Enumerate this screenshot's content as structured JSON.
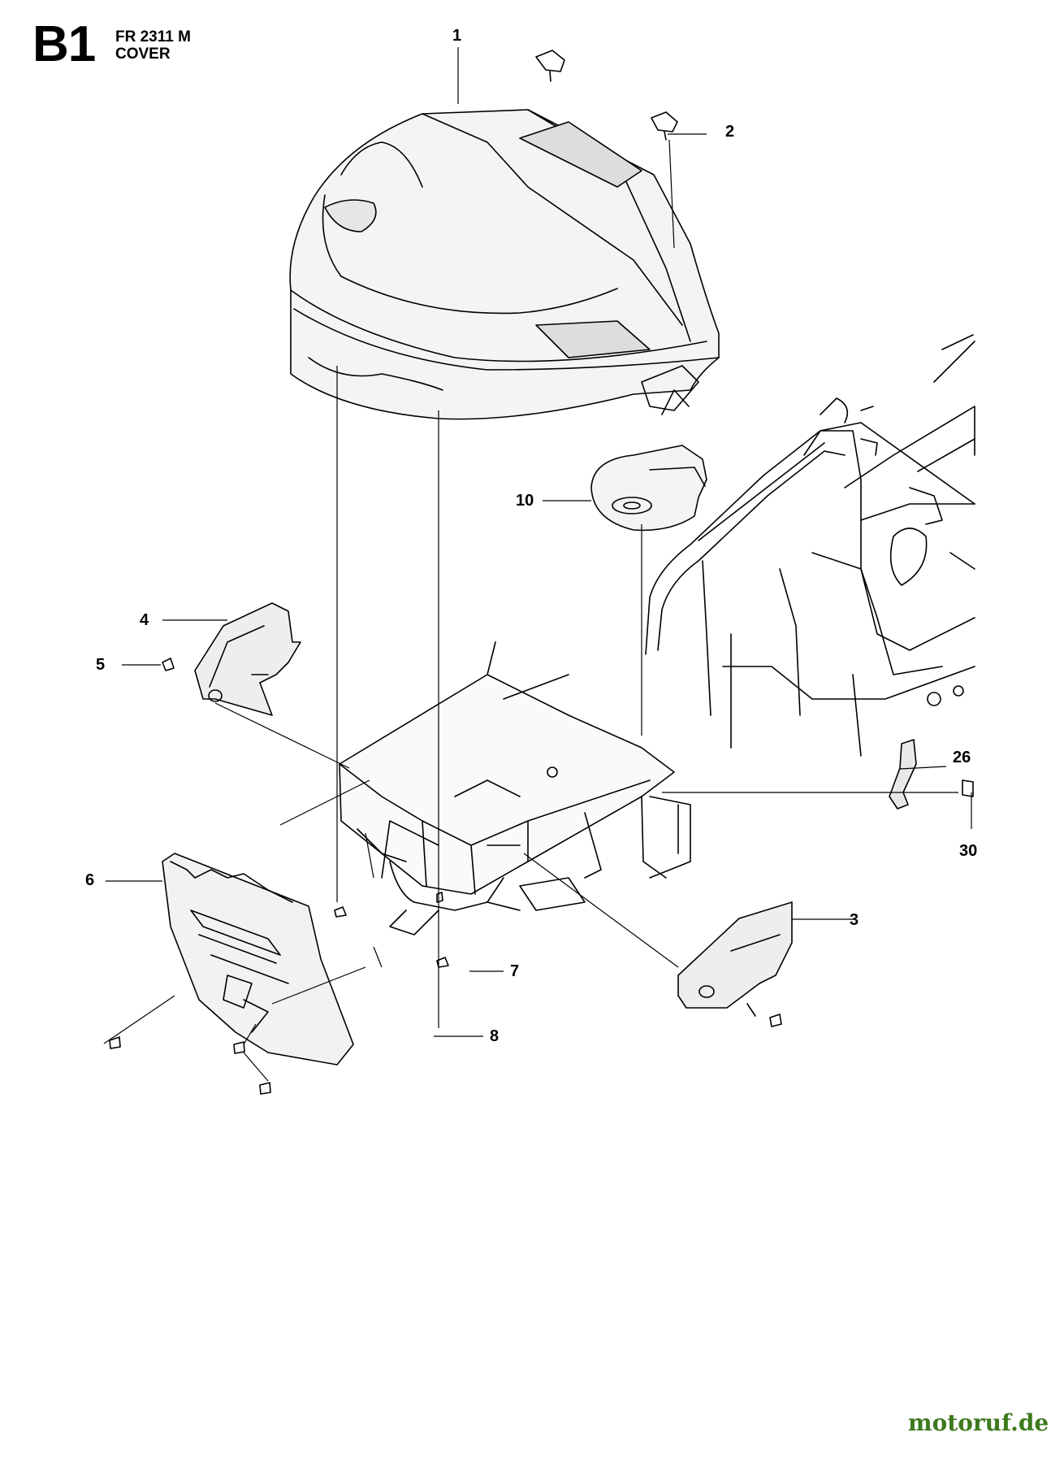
{
  "header": {
    "section_code": "B1",
    "model": "FR 2311 M",
    "subtitle": "COVER"
  },
  "callouts": [
    "1",
    "2",
    "3",
    "4",
    "5",
    "6",
    "7",
    "8",
    "10",
    "26",
    "30"
  ],
  "watermark": "motoruf.de",
  "colors": {
    "line": "#000000",
    "background": "#ffffff",
    "watermark_green": "#3d7a1e",
    "watermark_orange": "#e06d10"
  }
}
